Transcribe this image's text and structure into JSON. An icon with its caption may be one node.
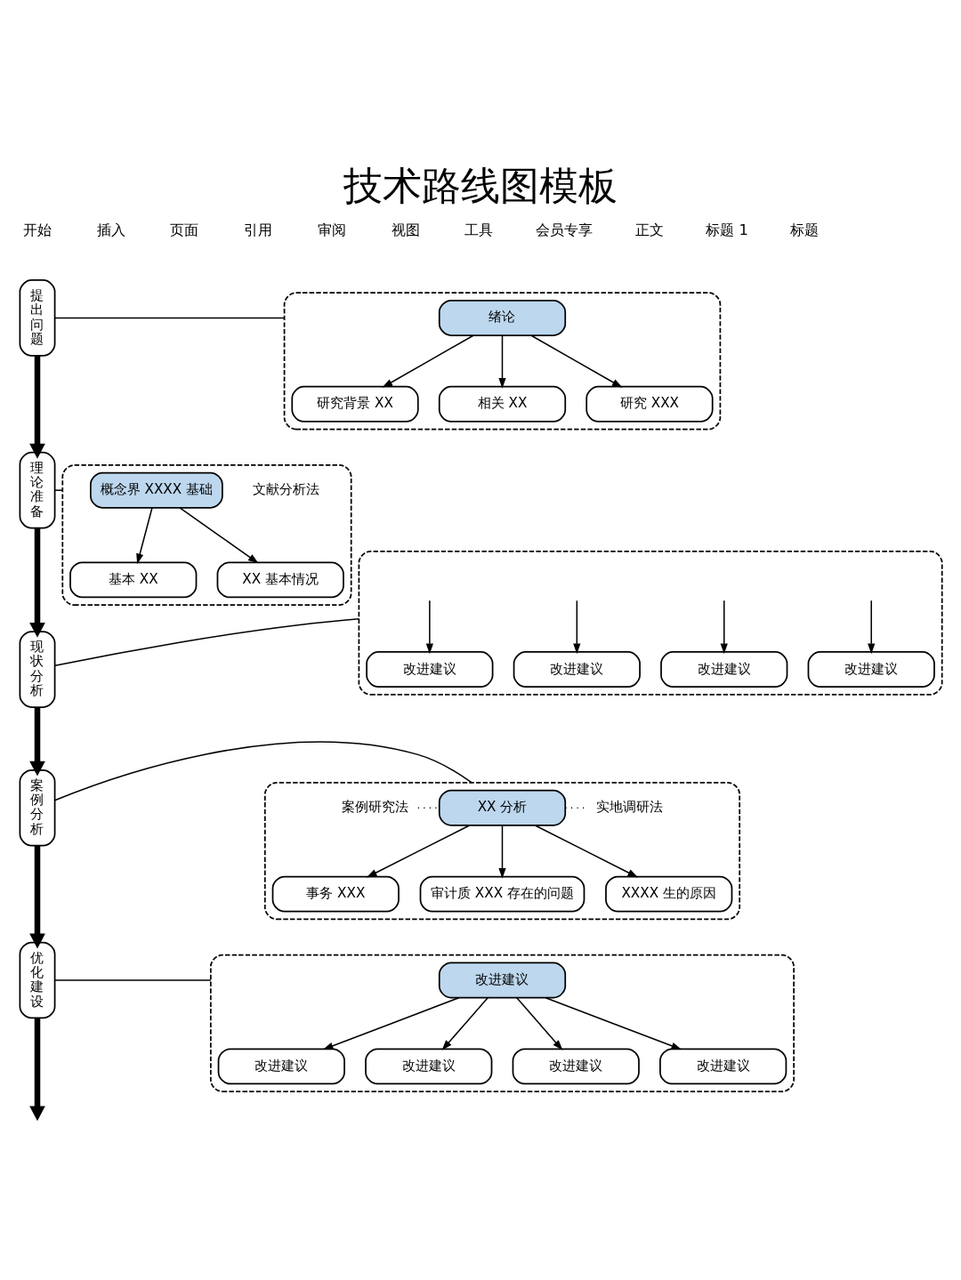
{
  "diagram": {
    "title": "技术路线图模板",
    "nodes": [
      {
        "text": [
          "提出问题"
        ]
      },
      {
        "text": [],
        "shape": "box"
      },
      {
        "text": [
          "绪论"
        ],
        "in": 1
      },
      {
        "text": [
          "研究背景 XX"
        ],
        "in": 1
      },
      {
        "text": [
          "相关 XX"
        ],
        "in": 1
      },
      {
        "text": [
          "研究 XXX"
        ],
        "in": 1
      },
      {
        "text": [
          "理论准备"
        ]
      },
      {
        "text": [],
        "shape": "box"
      },
      {
        "text": [
          "概念界 XXXX 基础"
        ],
        "in": 7
      },
      {
        "text": [
          "基本 XX"
        ],
        "in": 7
      },
      {
        "text": [
          "XX 基本情况"
        ],
        "in": 7
      },
      {
        "text": [
          "现状分析"
        ]
      },
      {
        "text": [],
        "shape": "box"
      },
      {
        "text": [
          "改进建议"
        ],
        "in": 12
      },
      {
        "text": [
          "改进建议"
        ],
        "in": 12
      },
      {
        "text": [
          "改进建议"
        ],
        "in": 12
      },
      {
        "text": [
          "改进建议"
        ],
        "in": 12
      },
      {
        "text": [
          "案例分析"
        ]
      },
      {
        "text": [],
        "shape": "box"
      },
      {
        "text": [
          "案例研究法"
        ],
        "in": 18
      },
      {
        "text": [
          "XX 分析"
        ],
        "in": 18
      },
      {
        "text": [
          "实地调研法"
        ],
        "in": 18
      },
      {
        "text": [
          "事务 XXX"
        ],
        "in": 18
      },
      {
        "text": [
          "审计质 XXX 存在的问题"
        ],
        "in": 18
      },
      {
        "text": [
          "XXXX 生的原因"
        ],
        "in": 18
      },
      {
        "text": [
          "优化建设"
        ]
      },
      {
        "text": [],
        "shape": "box"
      },
      {
        "text": [
          "改进建议"
        ],
        "in": 26
      },
      {
        "text": [
          "改进建议"
        ],
        "in": 26
      },
      {
        "text": [
          "改进建议"
        ],
        "in": 26
      },
      {
        "text": [
          "改进建议"
        ],
        "in": 26
      },
      {
        "text": [
          "改进建议"
        ],
        "in": 26
      }
    ],
    "edges": [
      {
        "from": 0,
        "to": 1,
        "arrow": "none"
      },
      {
        "from": 0,
        "to": 6,
        "arrow": "to",
        "style": "thick"
      },
      {
        "from": 2,
        "to": 3,
        "arrow": "to"
      },
      {
        "from": 2,
        "to": 4,
        "arrow": "to"
      },
      {
        "from": 2,
        "to": 5,
        "arrow": "to"
      },
      {
        "from": 6,
        "to": 7,
        "arrow": "none"
      },
      {
        "from": 6,
        "to": 11,
        "arrow": "to",
        "style": "thick"
      },
      {
        "from": 8,
        "to": 9,
        "arrow": "to"
      },
      {
        "from": 8,
        "to": 10,
        "arrow": "to"
      },
      {
        "from": 11,
        "to": 12,
        "arrow": "none"
      },
      {
        "from": 11,
        "to": 17,
        "arrow": "to",
        "style": "thick"
      },
      {
        "from": null,
        "to": 13,
        "arrow": "to"
      },
      {
        "from": null,
        "to": 14,
        "arrow": "to"
      },
      {
        "from": null,
        "to": 15,
        "arrow": "to"
      },
      {
        "from": null,
        "to": 16,
        "arrow": "to"
      },
      {
        "from": 17,
        "to": 18,
        "arrow": "none"
      },
      {
        "from": 17,
        "to": 25,
        "arrow": "to",
        "style": "thick"
      },
      {
        "from": 19,
        "to": 20,
        "arrow": "none",
        "style": "dashed"
      },
      {
        "from": 20,
        "to": 21,
        "arrow": "none",
        "style": "dashed"
      },
      {
        "from": 20,
        "to": 22,
        "arrow": "to"
      },
      {
        "from": 20,
        "to": 23,
        "arrow": "to"
      },
      {
        "from": 20,
        "to": 24,
        "arrow": "to"
      },
      {
        "from": 25,
        "to": 26,
        "arrow": "none"
      },
      {
        "from": 25,
        "to": null,
        "arrow": "to",
        "style": "thick"
      },
      {
        "from": 27,
        "to": 28,
        "arrow": "to"
      },
      {
        "from": 27,
        "to": 29,
        "arrow": "to"
      },
      {
        "from": 27,
        "to": 30,
        "arrow": "to"
      },
      {
        "from": 27,
        "to": 31,
        "arrow": "to"
      }
    ],
    "labels": [
      "开始",
      "插入",
      "页面",
      "引用",
      "审阅",
      "视图",
      "工具",
      "会员专享",
      "正文",
      "标题 1",
      "标题",
      "文献分析法"
    ]
  }
}
